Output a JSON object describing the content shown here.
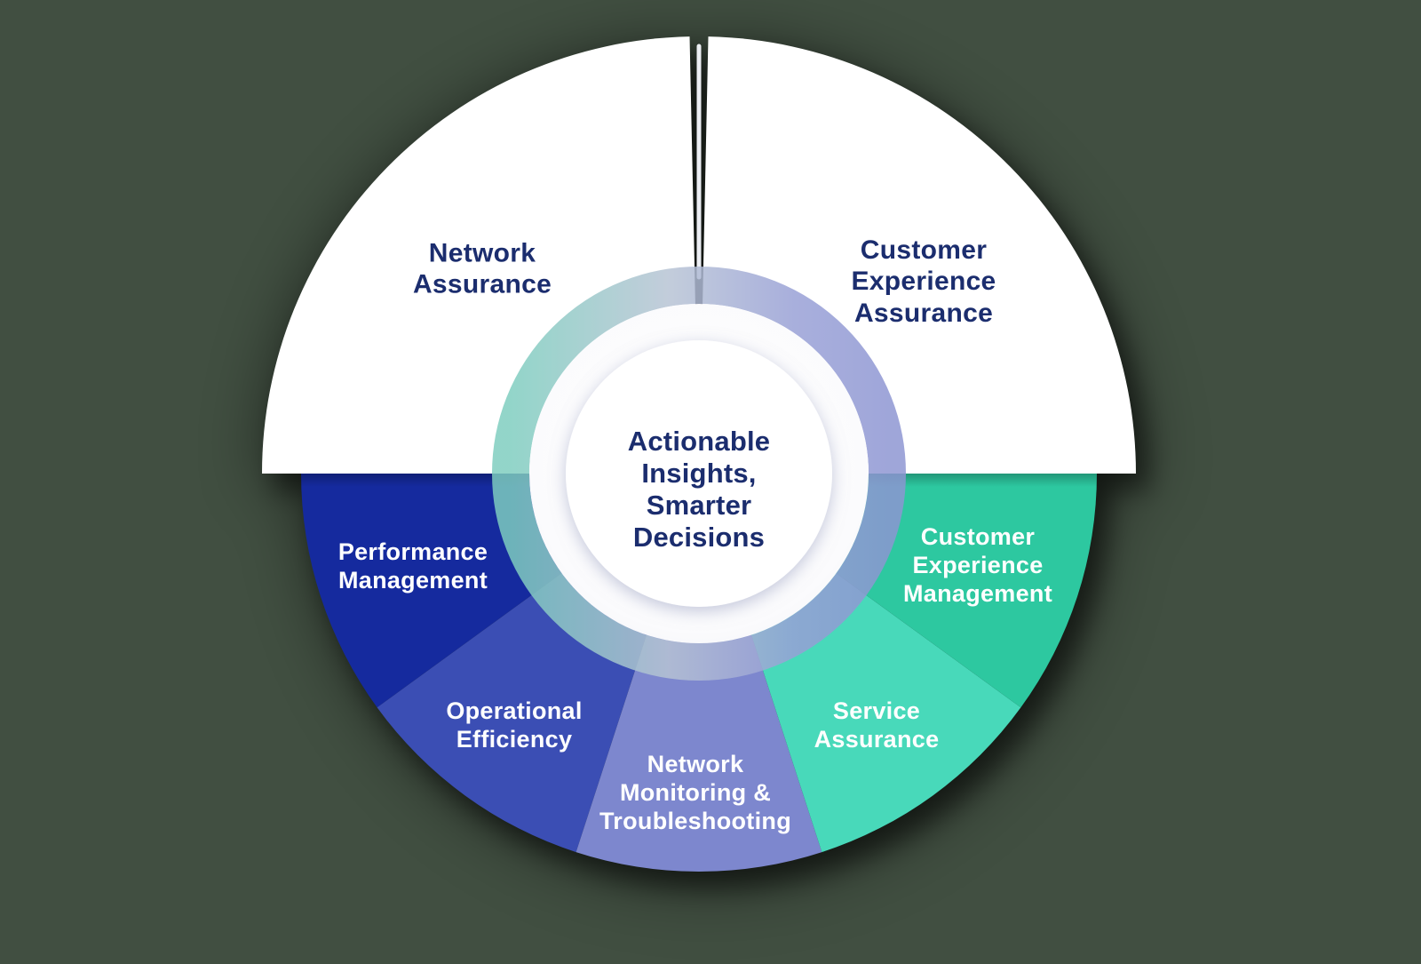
{
  "background_color": "#414f41",
  "wheel": {
    "center": {
      "label": "Actionable\nInsights,\nSmarter\nDecisions",
      "text_color": "#1b2d6e",
      "fill": "#ffffff"
    },
    "segments": [
      {
        "id": "network-assurance",
        "label": "Network\nAssurance",
        "color": "#ffffff",
        "text_color": "#1b2d6e",
        "position": "top-left"
      },
      {
        "id": "customer-experience-assurance",
        "label": "Customer\nExperience\nAssurance",
        "color": "#ffffff",
        "text_color": "#1b2d6e",
        "position": "top-right"
      },
      {
        "id": "performance-management",
        "label": "Performance\nManagement",
        "color": "#152a9e",
        "text_color": "#ffffff",
        "position": "bottom-far-left"
      },
      {
        "id": "operational-efficiency",
        "label": "Operational\nEfficiency",
        "color": "#3b4eb4",
        "text_color": "#ffffff",
        "position": "bottom-left"
      },
      {
        "id": "network-monitoring-troubleshooting",
        "label": "Network\nMonitoring &\nTroubleshooting",
        "color": "#7d87ce",
        "text_color": "#ffffff",
        "position": "bottom-center"
      },
      {
        "id": "service-assurance",
        "label": "Service\nAssurance",
        "color": "#48d9ba",
        "text_color": "#ffffff",
        "position": "bottom-right"
      },
      {
        "id": "customer-experience-management",
        "label": "Customer\nExperience\nManagement",
        "color": "#2dc8a0",
        "text_color": "#ffffff",
        "position": "bottom-far-right"
      }
    ],
    "ring_colors": {
      "left": "#7ecdbf",
      "top": "#b7c3d4",
      "right": "#8d95d2"
    }
  }
}
